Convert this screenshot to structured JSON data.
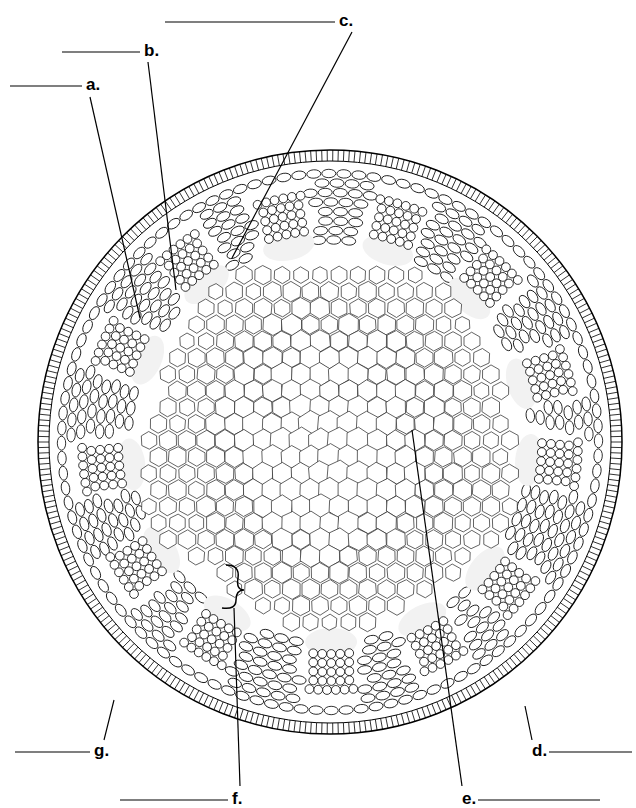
{
  "diagram": {
    "labels": [
      "a.",
      "b.",
      "c.",
      "d.",
      "e.",
      "f.",
      "g."
    ]
  }
}
